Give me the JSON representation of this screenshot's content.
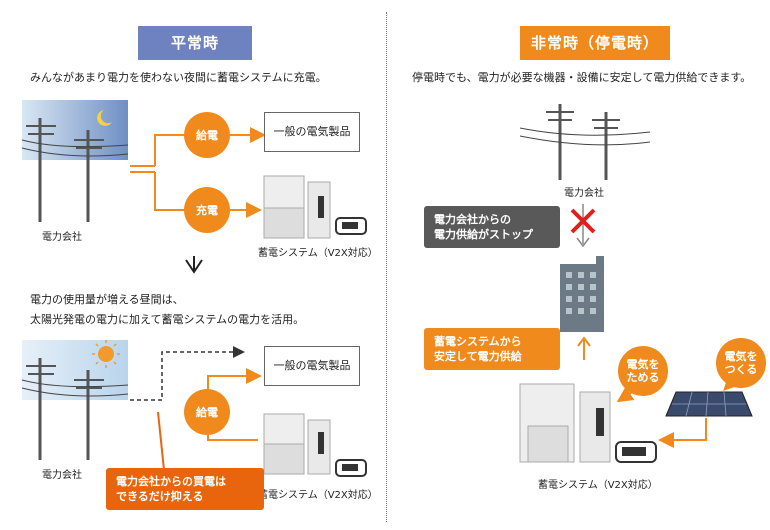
{
  "left": {
    "header": "平常時",
    "desc1": "みんながあまり電力を使わない夜間に蓄電システムに充電。",
    "label_supply": "給電",
    "label_charge": "充電",
    "box_appliance": "一般の電気製品",
    "power_company": "電力会社",
    "storage_system": "蓄電システム（V2X対応）",
    "desc2_line1": "電力の使用量が増える昼間は、",
    "desc2_line2": "太陽光発電の電力に加えて蓄電システムの電力を活用。",
    "label_supply2": "給電",
    "box_appliance2": "一般の電気製品",
    "power_company2": "電力会社",
    "storage_system2": "蓄電システム（V2X対応）",
    "callout_line1": "電力会社からの買電は",
    "callout_line2": "できるだけ抑える"
  },
  "right": {
    "header": "非常時（停電時）",
    "desc": "停電時でも、電力が必要な機器・設備に安定して電力供給できます。",
    "power_company": "電力会社",
    "stop_line1": "電力会社からの",
    "stop_line2": "電力供給がストップ",
    "supply_line1": "蓄電システムから",
    "supply_line2": "安定して電力供給",
    "store_line1": "電気を",
    "store_line2": "ためる",
    "make_line1": "電気を",
    "make_line2": "つくる",
    "storage_system": "蓄電システム（V2X対応）"
  },
  "colors": {
    "blue_header": "#6f82c0",
    "orange": "#f08a1c",
    "dark_orange": "#e8650e",
    "gray_callout": "#595959"
  }
}
